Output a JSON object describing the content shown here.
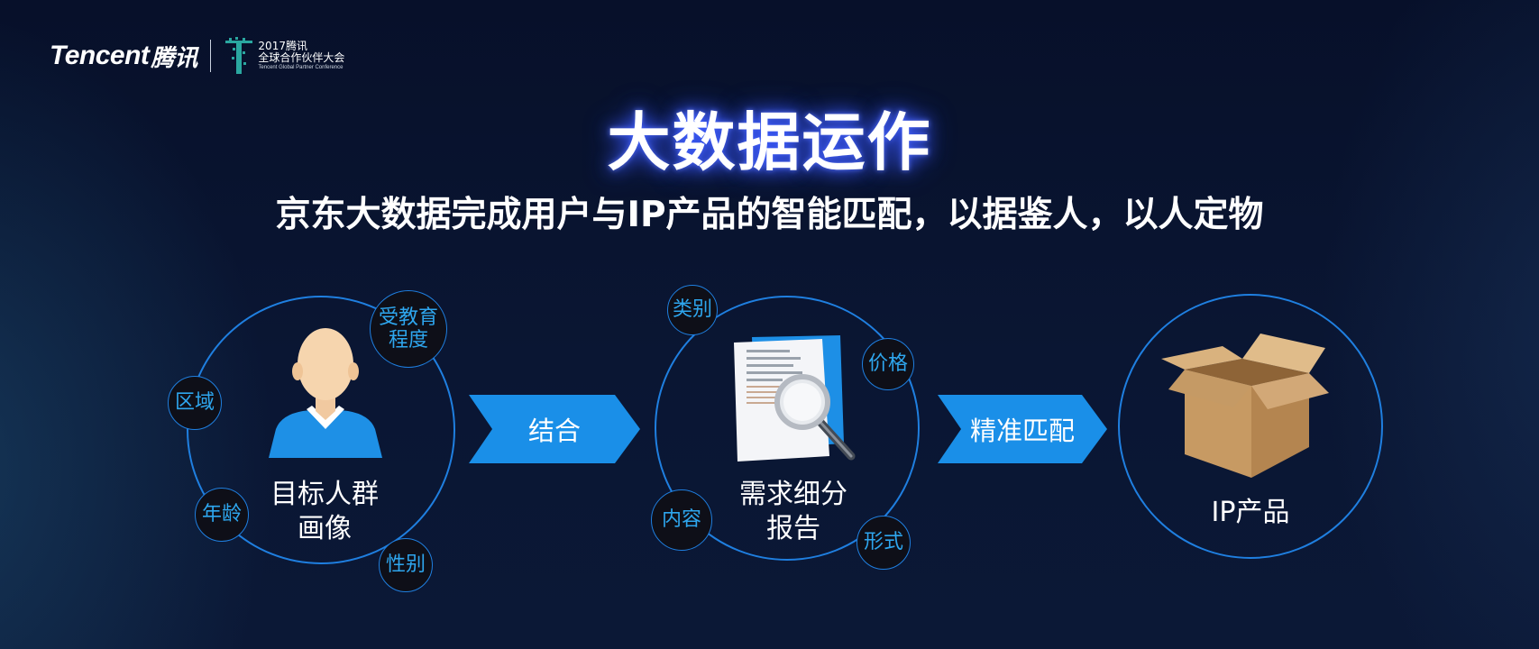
{
  "header": {
    "logo_word": "Tencent",
    "logo_cn": "腾讯",
    "conference_line1": "2017腾讯",
    "conference_line2": "全球合作伙伴大会",
    "conference_line3": "Tencent Global Partner Conference"
  },
  "title": "大数据运作",
  "subtitle": "京东大数据完成用户与IP产品的智能匹配，以据鉴人，以人定物",
  "stages": [
    {
      "caption_line1": "目标人群",
      "caption_line2": "画像",
      "tags": [
        "受教育\n程度",
        "区域",
        "年龄",
        "性别"
      ]
    },
    {
      "caption_line1": "需求细分",
      "caption_line2": "报告",
      "tags": [
        "类别",
        "价格",
        "内容",
        "形式"
      ]
    },
    {
      "caption_line1": "IP产品",
      "caption_line2": "",
      "tags": []
    }
  ],
  "arrows": [
    "结合",
    "精准匹配"
  ],
  "colors": {
    "accent_blue": "#1f7fe0",
    "arrow_blue": "#1a8fe8",
    "tag_text": "#2ea6ee",
    "title_glow": "#3b5cff"
  },
  "icons": [
    "person-icon",
    "document-magnifier-icon",
    "cardboard-box-icon"
  ]
}
